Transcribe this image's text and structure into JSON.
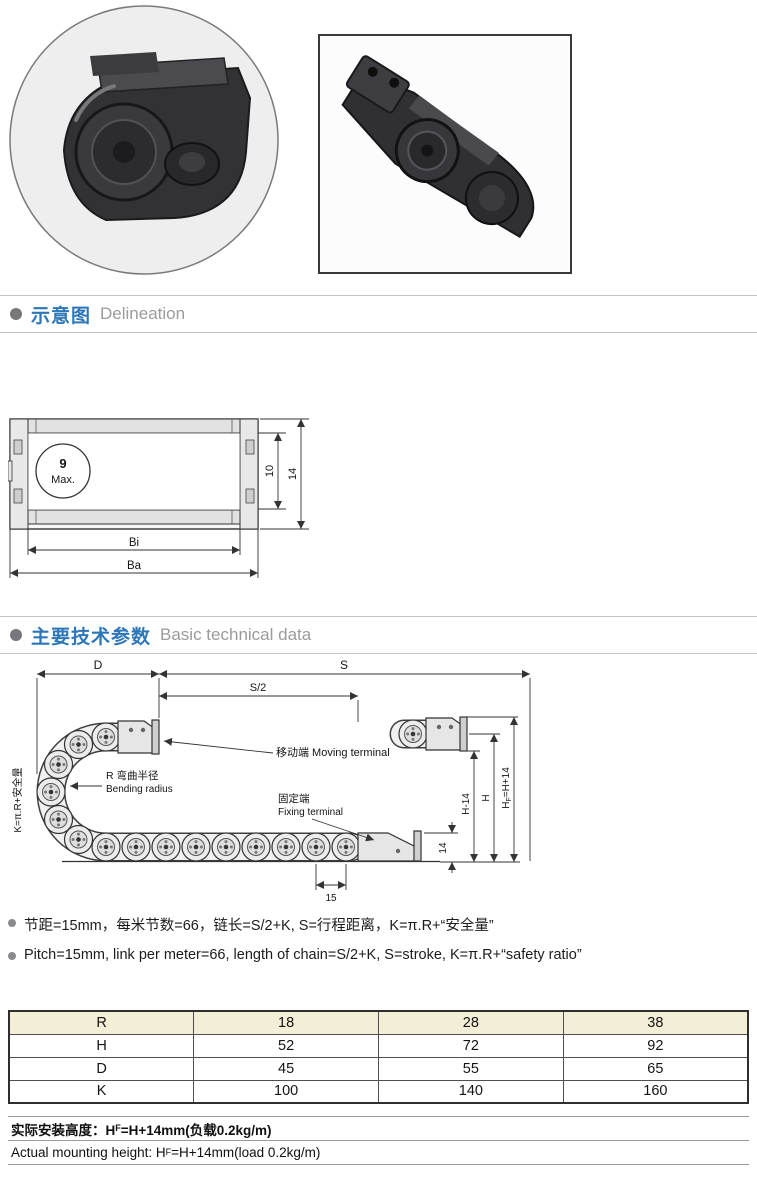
{
  "page": {
    "type": "product-datasheet"
  },
  "colors": {
    "section_title_blue": "#2d77b8",
    "section_subtitle_gray": "#9b9b9b",
    "table_header_bg": "#f3eed6",
    "rule_gray": "#c4c4c4"
  },
  "sections": {
    "delineation": {
      "zh": "示意图",
      "en": "Delineation"
    },
    "technical": {
      "zh": "主要技术参数",
      "en": "Basic technical data"
    }
  },
  "cross_section": {
    "ball_value": "9",
    "ball_unit": "Max.",
    "dim_inner_height": "10",
    "dim_outer_height": "14",
    "dim_inner_width": "Bi",
    "dim_outer_width": "Ba"
  },
  "chain_diagram": {
    "dim_d": "D",
    "dim_s": "S",
    "dim_s_half": "S/2",
    "k_formula": "K=π.R+安全量",
    "moving_terminal": "移动端 Moving terminal",
    "bending_radius_zh": "R 弯曲半径",
    "bending_radius_en": "Bending radius",
    "fixing_terminal_zh": "固定端",
    "fixing_terminal_en": "Fixing terminal",
    "dim_h_minus_14": "H-14",
    "dim_h": "H",
    "dim_hf_h": "H",
    "dim_hf_sub": "F",
    "dim_hf_rest": "=H+14",
    "dim_14": "14",
    "dim_15": "15"
  },
  "notes": [
    {
      "text": "节距=15mm，每米节数=66，链长=S/2+K, S=行程距离，K=π.R+“安全量”"
    },
    {
      "text": "Pitch=15mm, link per meter=66, length of chain=S/2+K, S=stroke, K=π.R+“safety ratio”"
    }
  ],
  "table": {
    "rows": [
      {
        "label": "R",
        "values": [
          "18",
          "28",
          "38"
        ]
      },
      {
        "label": "H",
        "values": [
          "52",
          "72",
          "92"
        ]
      },
      {
        "label": "D",
        "values": [
          "45",
          "55",
          "65"
        ]
      },
      {
        "label": "K",
        "values": [
          "100",
          "140",
          "160"
        ]
      }
    ]
  },
  "footer": {
    "zh_prefix": "实际安装高度：H",
    "zh_sub": "F",
    "zh_suffix": "=H+14mm(负载0.2kg/m)",
    "en_prefix": "Actual mounting height: H",
    "en_sub": "F",
    "en_suffix": "=H+14mm(load 0.2kg/m)"
  }
}
